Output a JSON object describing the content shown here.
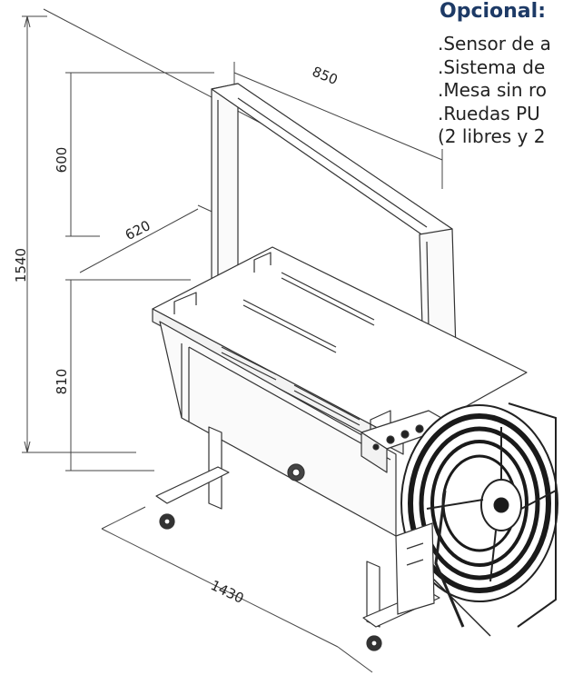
{
  "dimensions": {
    "total_height": "1540",
    "arch_height": "600",
    "arch_width": "850",
    "table_depth": "620",
    "table_height": "810",
    "total_length": "1430"
  },
  "optional": {
    "title": "Opcional:",
    "items": [
      ".Sensor de a",
      ".Sistema de",
      ".Mesa sin ro",
      ".Ruedas PU",
      "(2 libres y 2"
    ]
  },
  "colors": {
    "title": "#1d3a66",
    "line": "#333333",
    "dark": "#1a1a1a"
  }
}
